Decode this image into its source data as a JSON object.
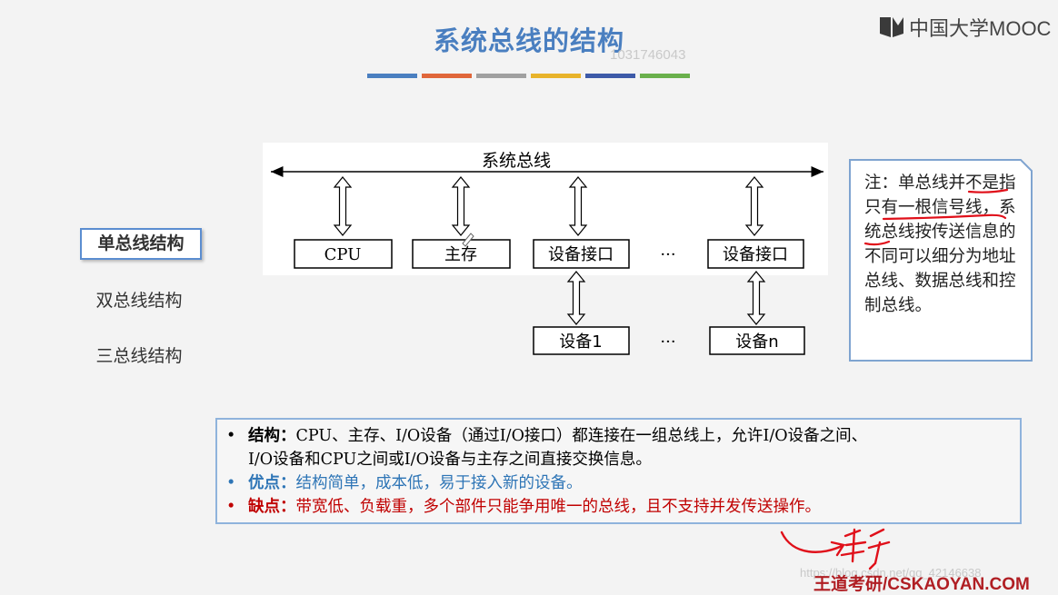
{
  "slide": {
    "title": "系统总线的结构",
    "watermark_id": "1031746043"
  },
  "logo": {
    "text": "中国大学MOOC",
    "icon": "mooc-logo-icon"
  },
  "stripe_colors": [
    "#4a7fc0",
    "#e0663a",
    "#a0a0a0",
    "#e8b32a",
    "#3d5aa8",
    "#6ab04c"
  ],
  "sidebar": {
    "items": [
      {
        "label": "单总线结构",
        "active": true
      },
      {
        "label": "双总线结构",
        "active": false
      },
      {
        "label": "三总线结构",
        "active": false
      }
    ]
  },
  "diagram": {
    "bus_label": "系统总线",
    "top_boxes": [
      "CPU",
      "主存",
      "设备接口",
      "设备接口"
    ],
    "bottom_boxes": [
      "设备1",
      "设备n"
    ],
    "ellipsis": "···"
  },
  "note": {
    "text": "注：单总线并不是指只有一根信号线，系统总线按传送信息的不同可以细分为地址总线、数据总线和控制总线。"
  },
  "info": {
    "structure_label": "结构：",
    "structure_text": "CPU、主存、I/O设备（通过I/O接口）都连接在一组总线上，允许I/O设备之间、",
    "structure_text2": "I/O设备和CPU之间或I/O设备与主存之间直接交换信息。",
    "pros_label": "优点：",
    "pros_text": "结构简单，成本低，易于接入新的设备。",
    "cons_label": "缺点：",
    "cons_text": "带宽低、负载重，多个部件只能争用唯一的总线，且不支持并发传送操作。",
    "bullet": "•"
  },
  "colors": {
    "pros": "#2e75b6",
    "cons": "#c00000",
    "annotation": "#e0101a"
  },
  "footer": {
    "brand": "王道考研/CSKAOYAN.COM",
    "faded": "https://blog.csdn.net/qq_42146638",
    "handwriting": "并行"
  }
}
